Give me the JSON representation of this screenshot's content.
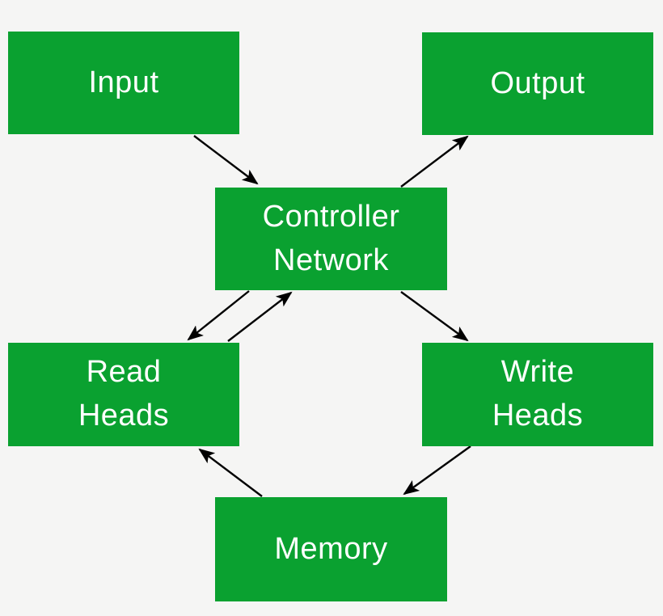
{
  "diagram": {
    "background_color": "#f5f5f4",
    "node_fill_color": "#0aa130",
    "node_text_color": "#ffffff",
    "arrow_color": "#000000",
    "nodes": [
      {
        "id": "input",
        "label": "Input"
      },
      {
        "id": "output",
        "label": "Output"
      },
      {
        "id": "controller",
        "label": "Controller\nNetwork"
      },
      {
        "id": "read-heads",
        "label": "Read\nHeads"
      },
      {
        "id": "write-heads",
        "label": "Write\nHeads"
      },
      {
        "id": "memory",
        "label": "Memory"
      }
    ],
    "edges": [
      {
        "from": "input",
        "to": "controller"
      },
      {
        "from": "controller",
        "to": "output"
      },
      {
        "from": "controller",
        "to": "read-heads"
      },
      {
        "from": "read-heads",
        "to": "controller"
      },
      {
        "from": "controller",
        "to": "write-heads"
      },
      {
        "from": "write-heads",
        "to": "memory"
      },
      {
        "from": "memory",
        "to": "read-heads"
      }
    ]
  }
}
